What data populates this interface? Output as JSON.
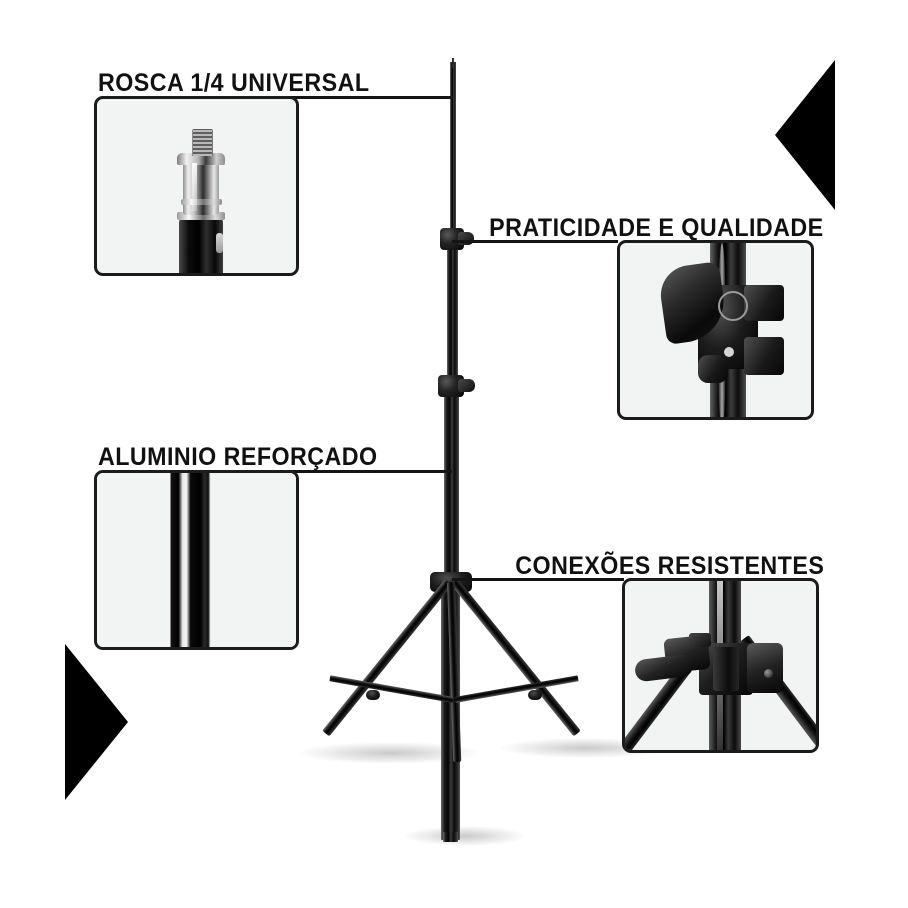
{
  "page": {
    "kind": "product-feature-infographic",
    "background_color": "#ffffff",
    "accent_color": "#000000",
    "box_fill_color": "#f2f3f3",
    "box_border_color": "#1b1b1b",
    "text_color": "#111111",
    "product": "tripod light stand"
  },
  "decorations": {
    "arrow_top_right": "left-pointing-triangle",
    "arrow_bottom_left": "right-pointing-triangle"
  },
  "callouts": [
    {
      "id": "rosca",
      "title": "ROSCA 1/4 UNIVERSAL",
      "image_name": "quarter-inch-thread-screw-photo",
      "position": "top-left"
    },
    {
      "id": "praticidade",
      "title": "PRATICIDADE E QUALIDADE",
      "image_name": "twist-lock-knob-photo",
      "position": "top-right"
    },
    {
      "id": "aluminio",
      "title": "ALUMINIO REFORÇADO",
      "image_name": "aluminium-tube-closeup-photo",
      "position": "bottom-left"
    },
    {
      "id": "conexoes",
      "title": "CONEXÕES RESISTENTES",
      "image_name": "leg-hub-bracket-photo",
      "position": "bottom-right"
    }
  ]
}
